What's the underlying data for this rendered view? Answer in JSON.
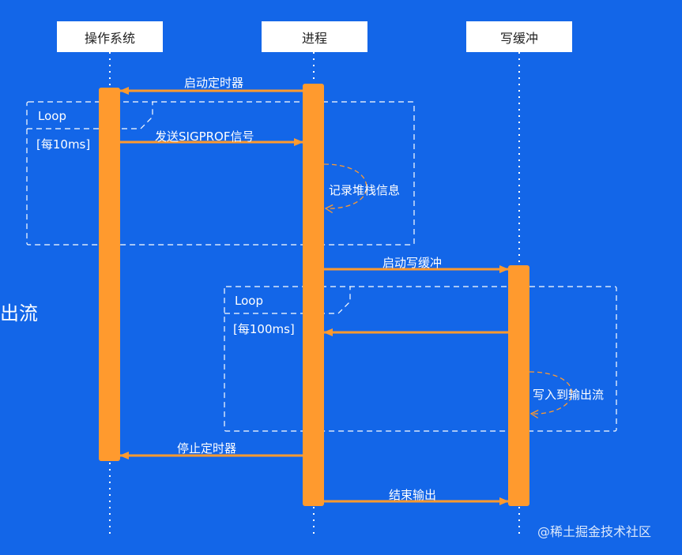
{
  "participants": [
    {
      "name": "操作系统"
    },
    {
      "name": "进程"
    },
    {
      "name": "写缓冲"
    }
  ],
  "messages": {
    "start_timer": "启动定时器",
    "send_signal": "发送SIGPROF信号",
    "record_stack": "记录堆栈信息",
    "start_write_buffer": "启动写缓冲",
    "stop_timer": "停止定时器",
    "write_to_output": "写入到输出流",
    "end_output": "结束输出"
  },
  "loops": [
    {
      "label": "Loop",
      "condition": "[每10ms]"
    },
    {
      "label": "Loop",
      "condition": "[每100ms]"
    }
  ],
  "side_text": "输出流",
  "watermark": "@稀土掘金技术社区",
  "colors": {
    "background": "#1366e8",
    "activation": "#ff9a2e",
    "arrow": "#ff9a2e",
    "participant_box": "#ffffff"
  }
}
